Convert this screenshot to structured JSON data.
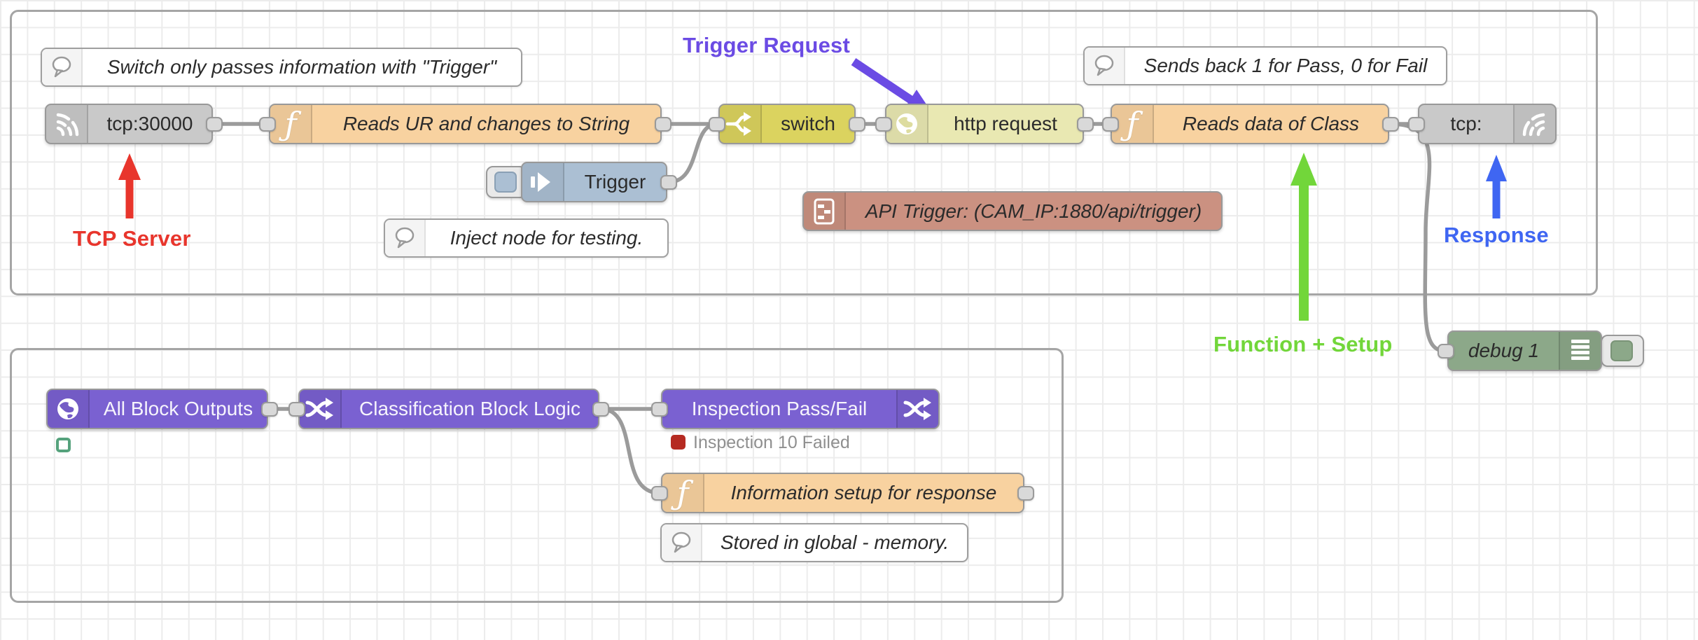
{
  "app": {
    "name": "Node-RED flow editor canvas"
  },
  "flow": {
    "comments": {
      "switch_note": "Switch only passes information with \"Trigger\"",
      "pass_fail_note": "Sends back 1 for Pass, 0 for Fail",
      "inject_note": "Inject node for testing.",
      "global_note": "Stored in global - memory."
    },
    "nodes": {
      "tcp_in": {
        "label": "tcp:30000",
        "color": "#c9c9c9"
      },
      "read_ur": {
        "label": "Reads UR and changes to String",
        "color": "#f8d2a0"
      },
      "switch": {
        "label": "switch",
        "color": "#dbd35f"
      },
      "http_request": {
        "label": "http request",
        "color": "#e9e8b2"
      },
      "read_class": {
        "label": "Reads data of Class",
        "color": "#f8d2a0"
      },
      "tcp_reply": {
        "label": "tcp:",
        "color": "#c9c9c9"
      },
      "inject_trigger": {
        "label": "Trigger",
        "color": "#abbfd3"
      },
      "api_trigger": {
        "label": "API Trigger: (CAM_IP:1880/api/trigger)",
        "color": "#cb9181"
      },
      "debug": {
        "label": "debug 1",
        "color": "#8ca889"
      },
      "all_block_outputs": {
        "label": "All Block Outputs",
        "color": "#7a61d1"
      },
      "classification_logic": {
        "label": "Classification Block Logic",
        "color": "#7a61d1"
      },
      "inspection_pass_fail": {
        "label": "Inspection Pass/Fail",
        "color": "#7a61d1"
      },
      "info_setup": {
        "label": "Information setup for response",
        "color": "#f8d2a0"
      }
    },
    "statuses": {
      "inspection": {
        "text": "Inspection 10 Failed",
        "color": "#b52a21"
      },
      "connected": {
        "text": "",
        "color": "#55a27c"
      }
    },
    "annotations": {
      "tcp_server": {
        "label": "TCP Server",
        "color": "#e8352c"
      },
      "trigger_request": {
        "label": "Trigger Request",
        "color": "#6b4be4"
      },
      "response": {
        "label": "Response",
        "color": "#3f66f2"
      },
      "function_setup": {
        "label": "Function + Setup",
        "color": "#72d63a"
      }
    },
    "wire_color": "#9b9b9b"
  }
}
